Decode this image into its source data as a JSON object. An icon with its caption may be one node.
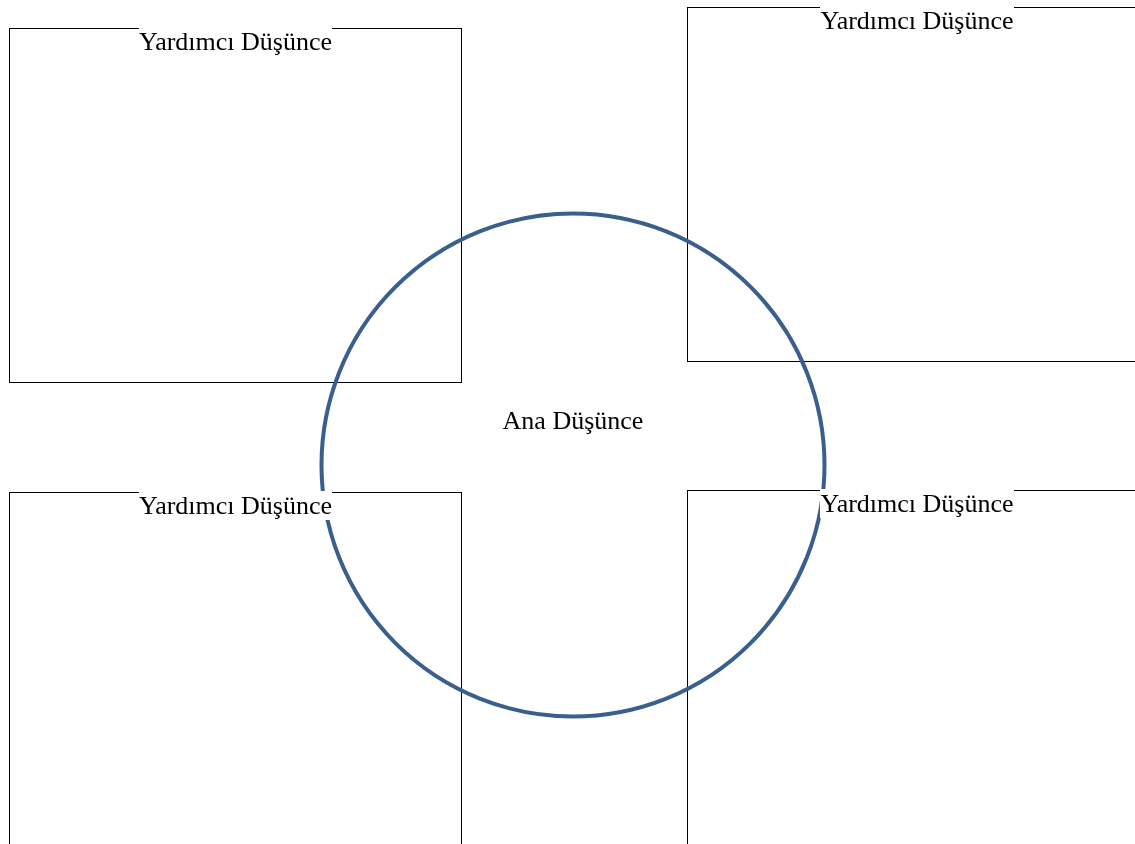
{
  "diagram": {
    "nodes": [
      {
        "text": [
          "Yardımcı Düşünce"
        ]
      },
      {
        "text": [
          "Yardımcı Düşünce"
        ]
      },
      {
        "text": [
          "Ana Düşünce"
        ]
      },
      {
        "text": [
          "Yardımcı Düşünce"
        ]
      },
      {
        "text": [
          "Yardımcı Düşünce"
        ]
      }
    ],
    "edges": []
  }
}
